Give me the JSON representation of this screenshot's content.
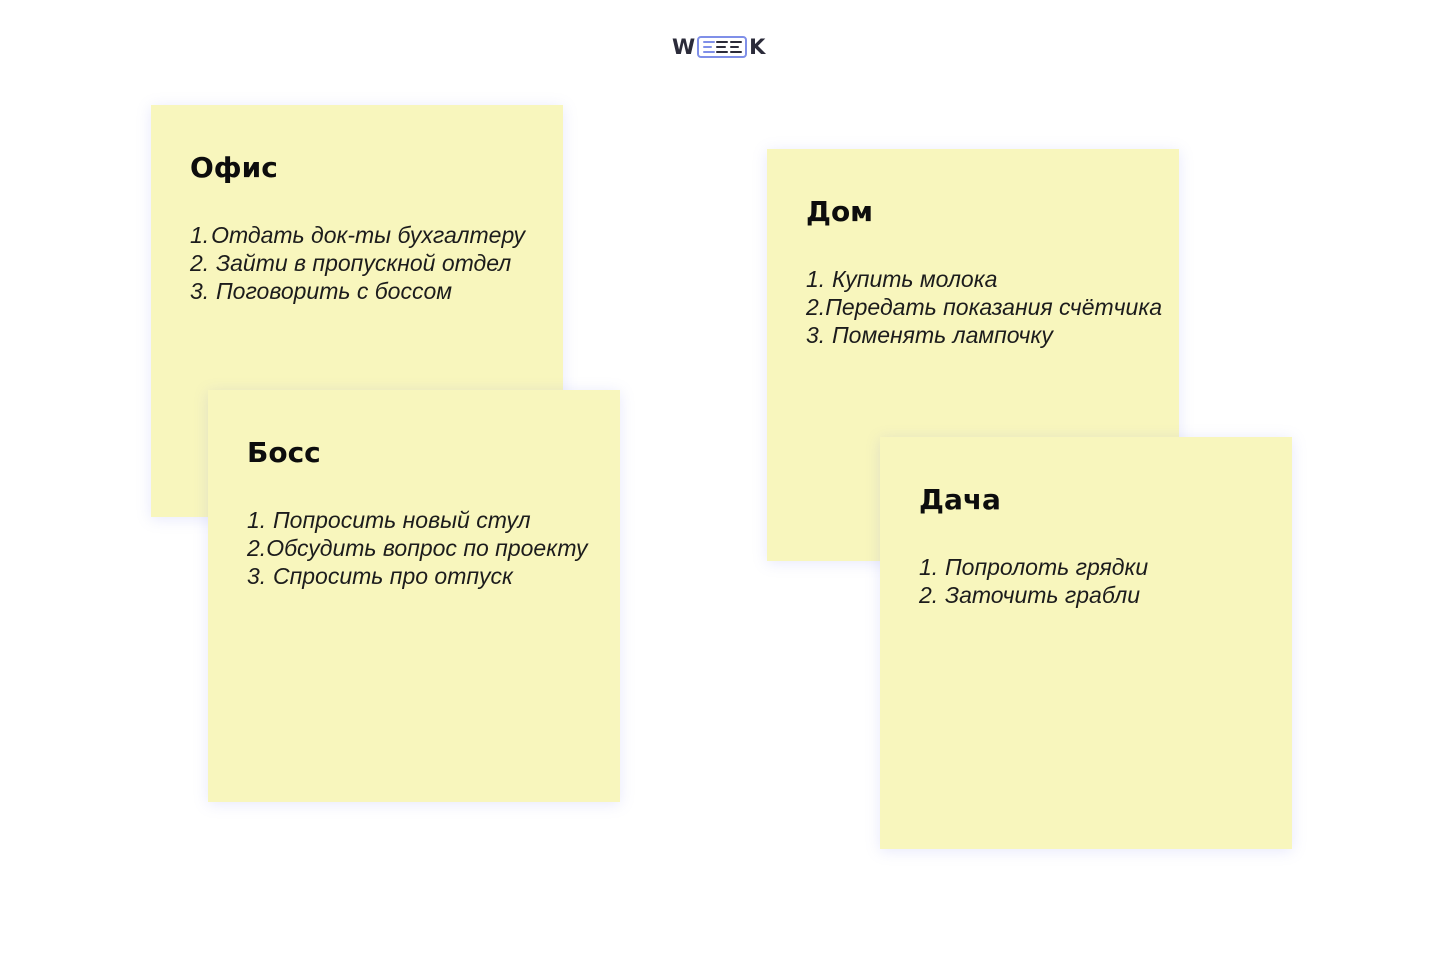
{
  "logo": {
    "first_letter": "W",
    "last_letter": "K",
    "name": "WEEEK",
    "accent_color": "#7f8fe8",
    "dark_color": "#2b2b3a"
  },
  "note_color": "#f8f6bd",
  "notes": {
    "office": {
      "title": "Офис",
      "items": [
        {
          "num": "1.",
          "text": "Отдать док-ты бухгалтеру"
        },
        {
          "num": "2.",
          "text": "Зайти в пропускной отдел"
        },
        {
          "num": "3.",
          "text": "Поговорить с боссом"
        }
      ]
    },
    "boss": {
      "title": "Босс",
      "items": [
        {
          "num": "1.",
          "text": "Попросить новый стул"
        },
        {
          "num": "2.",
          "text": "Обсудить вопрос по проекту"
        },
        {
          "num": "3.",
          "text": "Спросить про отпуск"
        }
      ]
    },
    "home": {
      "title": "Дом",
      "items": [
        {
          "num": "1.",
          "text": "Купить молока"
        },
        {
          "num": "2.",
          "text": "Передать показания счётчика"
        },
        {
          "num": "3.",
          "text": "Поменять лампочку"
        }
      ]
    },
    "dacha": {
      "title": "Дача",
      "items": [
        {
          "num": "1.",
          "text": "Попролоть грядки"
        },
        {
          "num": "2.",
          "text": "Заточить грабли"
        }
      ]
    }
  }
}
